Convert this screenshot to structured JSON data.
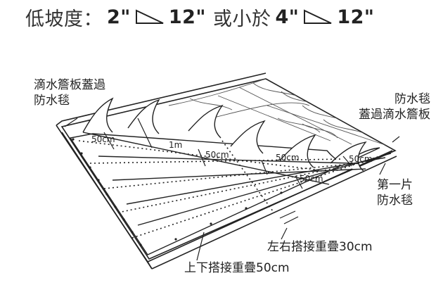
{
  "title": {
    "label": "低坡度：",
    "slope1_rise": "2\"",
    "slope1_run": "12\"",
    "connector": "或小於",
    "slope2_rise": "4\"",
    "slope2_run": "12\""
  },
  "callouts": {
    "drip_edge_over_felt": [
      "滴水簷板蓋過",
      "防水毯"
    ],
    "felt_over_drip_edge": [
      "防水毯",
      "蓋過滴水簷板"
    ],
    "first_felt": [
      "第一片",
      "防水毯"
    ],
    "side_overlap": "左右搭接重疊30cm",
    "vertical_overlap": "上下搭接重疊50cm"
  },
  "dimensions": {
    "d1": "50cm",
    "d2": "1m",
    "d3": "50cm",
    "d4": "50cm",
    "d5": "50cm",
    "d6": "50cm"
  },
  "colors": {
    "line": "#222222",
    "wood_fill": "#f4f4f4",
    "felt_fill": "#ffffff"
  }
}
